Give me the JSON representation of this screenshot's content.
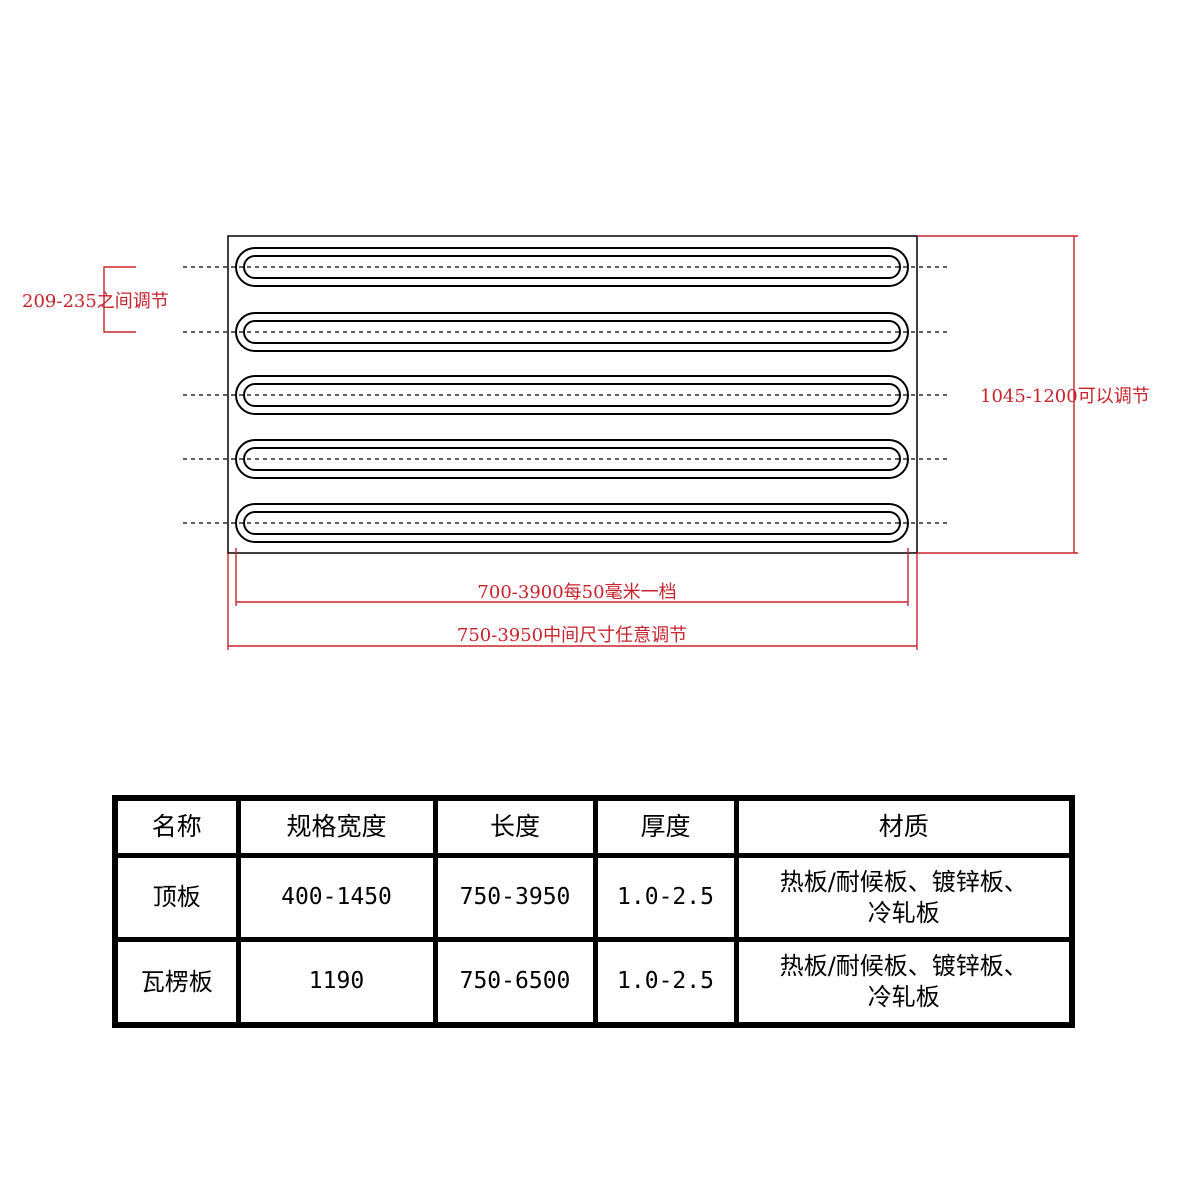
{
  "drawing": {
    "dimensions": {
      "rib_spacing": "209-235之间调节",
      "total_height": "1045-1200可以调节",
      "inner_length": "700-3900每50毫米一档",
      "outer_length": "750-3950中间尺寸任意调节"
    },
    "rib_count": 5,
    "colors": {
      "outline": "#000000",
      "dimension": "#c8232c"
    }
  },
  "table": {
    "headers": [
      "名称",
      "规格宽度",
      "长度",
      "厚度",
      "材质"
    ],
    "rows": [
      {
        "name": "顶板",
        "width": "400-1450",
        "length": "750-3950",
        "thickness": "1.0-2.5",
        "material_line1": "热板/耐候板、镀锌板、",
        "material_line2": "冷轧板"
      },
      {
        "name": "瓦楞板",
        "width": "1190",
        "length": "750-6500",
        "thickness": "1.0-2.5",
        "material_line1": "热板/耐候板、镀锌板、",
        "material_line2": "冷轧板"
      }
    ]
  }
}
